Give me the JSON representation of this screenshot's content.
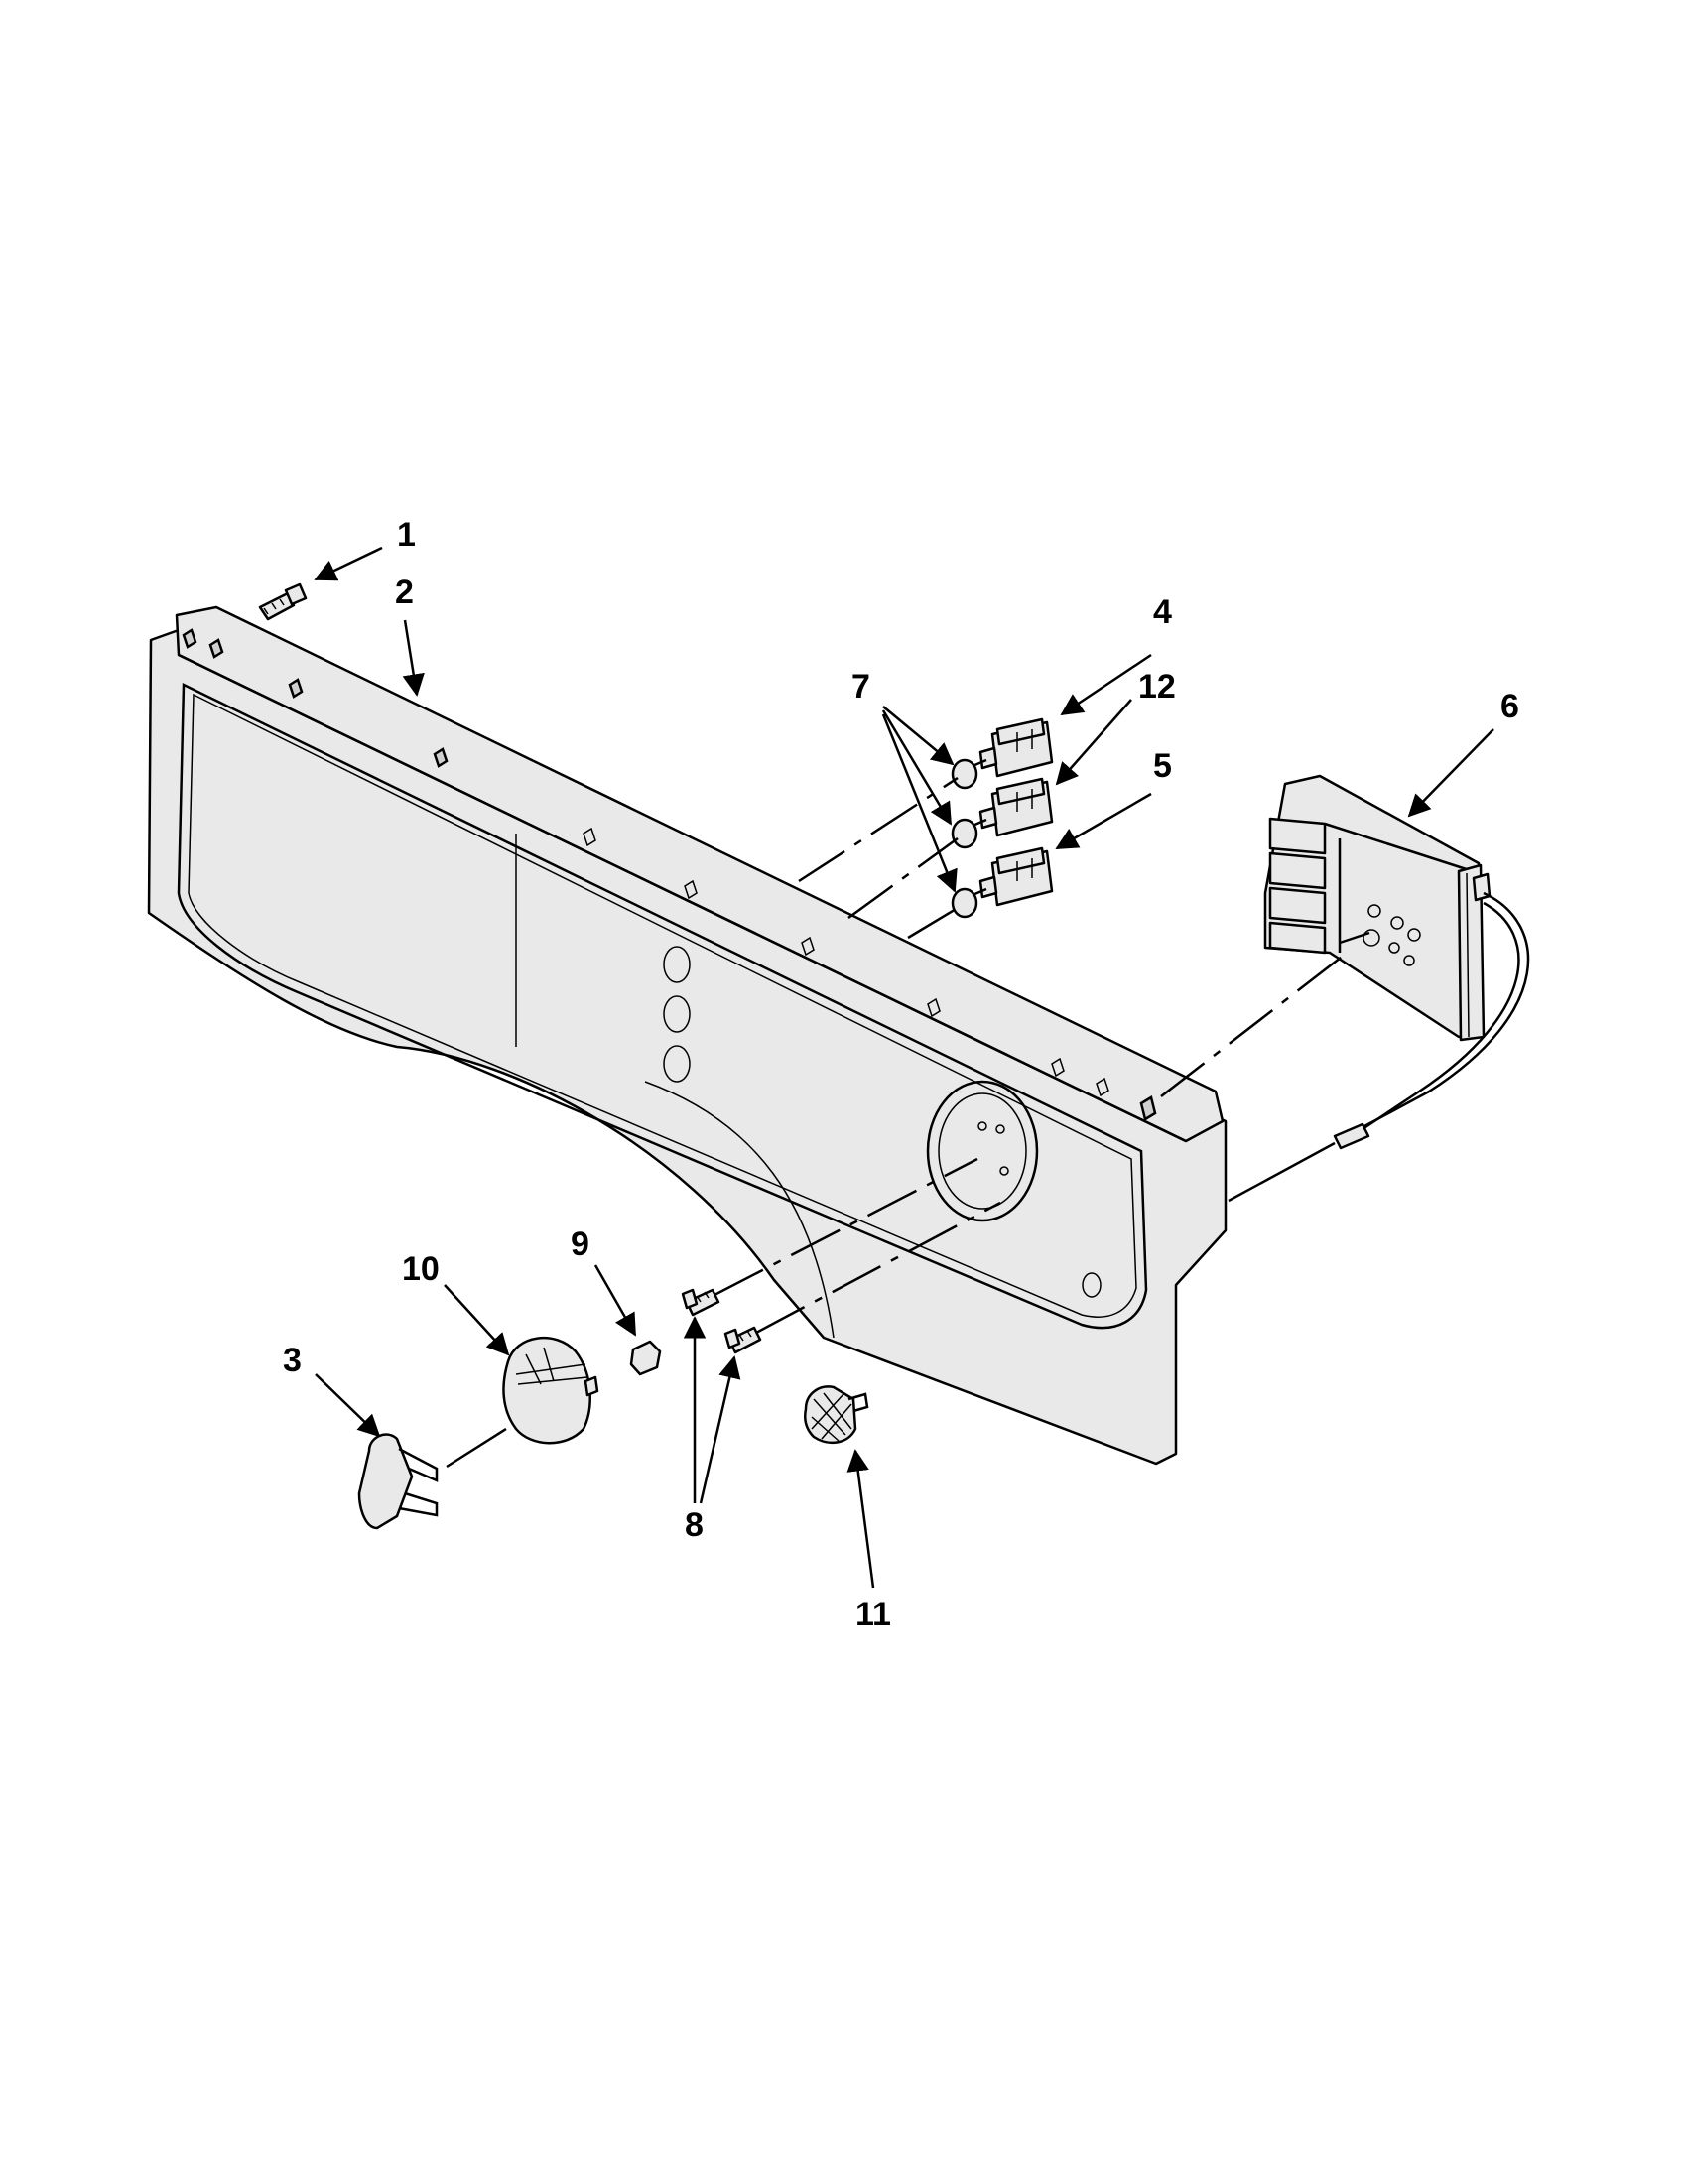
{
  "callouts": [
    {
      "key": "c1",
      "label": "1"
    },
    {
      "key": "c2",
      "label": "2"
    },
    {
      "key": "c3",
      "label": "3"
    },
    {
      "key": "c4",
      "label": "4"
    },
    {
      "key": "c5",
      "label": "5"
    },
    {
      "key": "c6",
      "label": "6"
    },
    {
      "key": "c7",
      "label": "7"
    },
    {
      "key": "c8",
      "label": "8"
    },
    {
      "key": "c9",
      "label": "9"
    },
    {
      "key": "c10",
      "label": "10"
    },
    {
      "key": "c11",
      "label": "11"
    },
    {
      "key": "c12",
      "label": "12"
    }
  ]
}
